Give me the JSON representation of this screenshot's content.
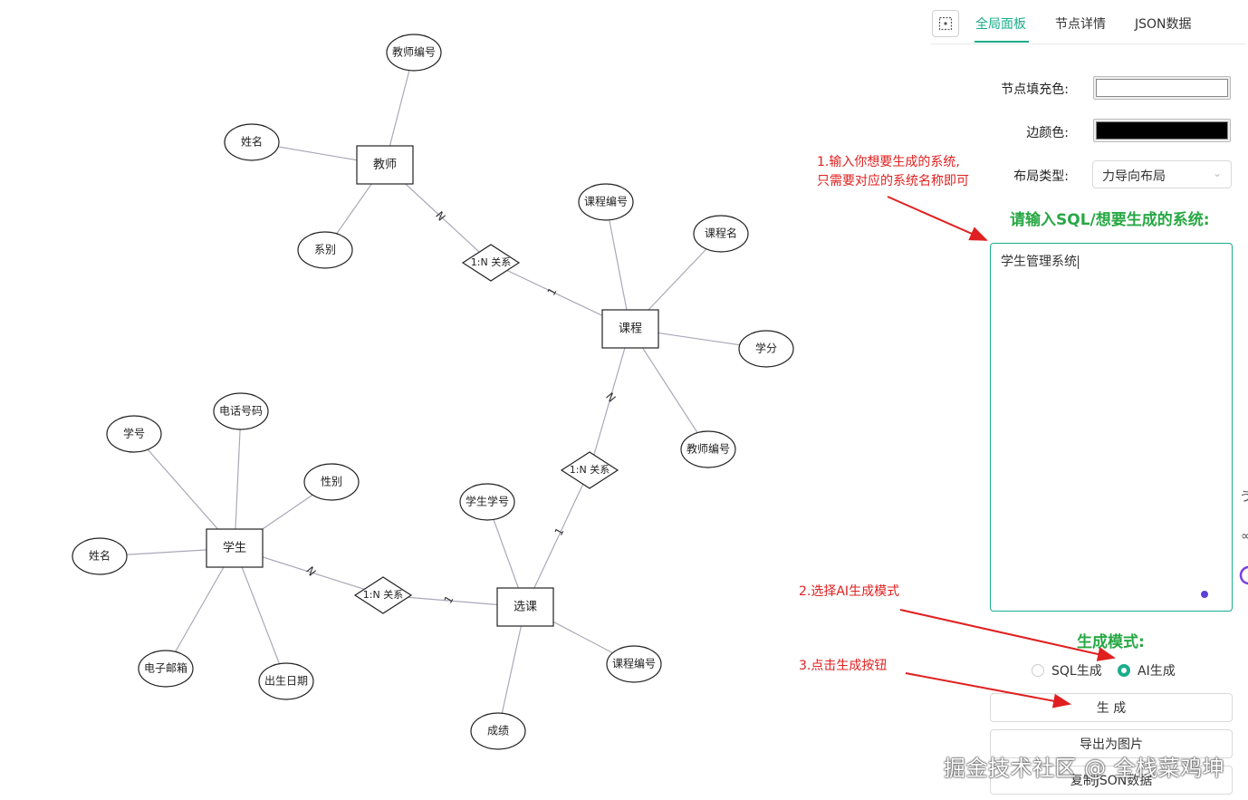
{
  "graph": {
    "entities": [
      {
        "id": "teacher",
        "label": "教师"
      },
      {
        "id": "course",
        "label": "课程"
      },
      {
        "id": "student",
        "label": "学生"
      },
      {
        "id": "enroll",
        "label": "选课"
      }
    ],
    "relations": [
      {
        "id": "r1",
        "label": "1:N 关系"
      },
      {
        "id": "r2",
        "label": "1:N 关系"
      },
      {
        "id": "r3",
        "label": "1:N 关系"
      }
    ],
    "attributes": [
      {
        "id": "t_no",
        "label": "教师编号"
      },
      {
        "id": "t_name",
        "label": "姓名"
      },
      {
        "id": "t_dept",
        "label": "系别"
      },
      {
        "id": "c_no",
        "label": "课程编号"
      },
      {
        "id": "c_name",
        "label": "课程名"
      },
      {
        "id": "c_credit",
        "label": "学分"
      },
      {
        "id": "c_tno",
        "label": "教师编号"
      },
      {
        "id": "s_no",
        "label": "学号"
      },
      {
        "id": "s_phone",
        "label": "电话号码"
      },
      {
        "id": "s_gender",
        "label": "性别"
      },
      {
        "id": "s_name",
        "label": "姓名"
      },
      {
        "id": "s_email",
        "label": "电子邮箱"
      },
      {
        "id": "s_birth",
        "label": "出生日期"
      },
      {
        "id": "e_sno",
        "label": "学生学号"
      },
      {
        "id": "e_cno",
        "label": "课程编号"
      },
      {
        "id": "e_score",
        "label": "成绩"
      }
    ],
    "cardinality_labels": [
      {
        "id": "card1",
        "label": "N"
      },
      {
        "id": "card2",
        "label": "1"
      },
      {
        "id": "card3",
        "label": "N"
      },
      {
        "id": "card4",
        "label": "1"
      },
      {
        "id": "card5",
        "label": "N"
      },
      {
        "id": "card6",
        "label": "1"
      }
    ]
  },
  "panel": {
    "tabs": [
      "全局面板",
      "节点详情",
      "JSON数据"
    ],
    "active_tab": "全局面板",
    "fill_color_label": "节点填充色:",
    "fill_color_value": "#ffffff",
    "border_color_label": "边颜色:",
    "border_color_value": "#000000",
    "layout_label": "布局类型:",
    "layout_value": "力导向布局",
    "input_title": "请输入SQL/想要生成的系统:",
    "input_value": "学生管理系统",
    "mode_title": "生成模式:",
    "modes": [
      "SQL生成",
      "AI生成"
    ],
    "selected_mode": "AI生成",
    "generate_button": "生 成",
    "export_button": "导出为图片",
    "copy_button": "复制JSON数据"
  },
  "annotations": {
    "step1_line1": "1.输入你想要生成的系统,",
    "step1_line2": "只需要对应的系统名称即可",
    "step2": "2.选择AI生成模式",
    "step3": "3.点击生成按钮"
  },
  "watermark": "掘金技术社区 @ 全栈菜鸡坤",
  "colors": {
    "accent": "#1aad8a",
    "title_green": "#27a844",
    "annotation_red": "#e02020",
    "edge": "#a9a9b8"
  }
}
